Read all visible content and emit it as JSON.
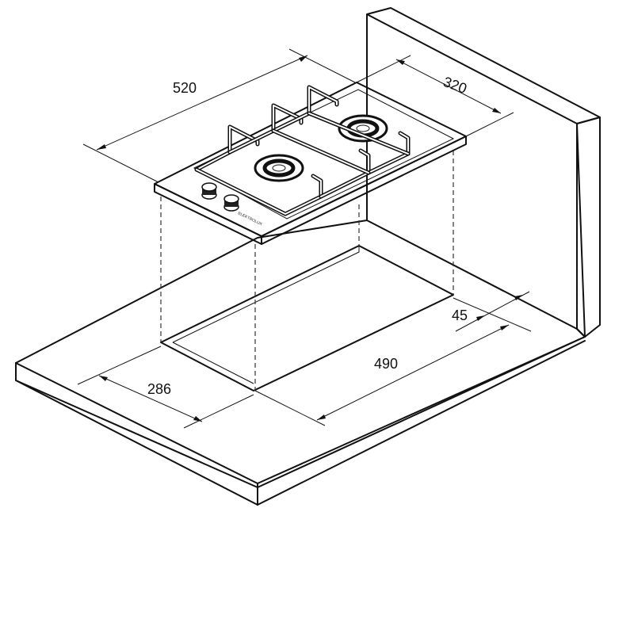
{
  "dimensions": {
    "hob_width": "520",
    "hob_depth": "320",
    "cutout_depth": "286",
    "cutout_width": "490",
    "wall_clearance": "45"
  },
  "hob_brand": "ELEKTROLUX",
  "icons": [
    "burner-icon",
    "knob-icon"
  ]
}
